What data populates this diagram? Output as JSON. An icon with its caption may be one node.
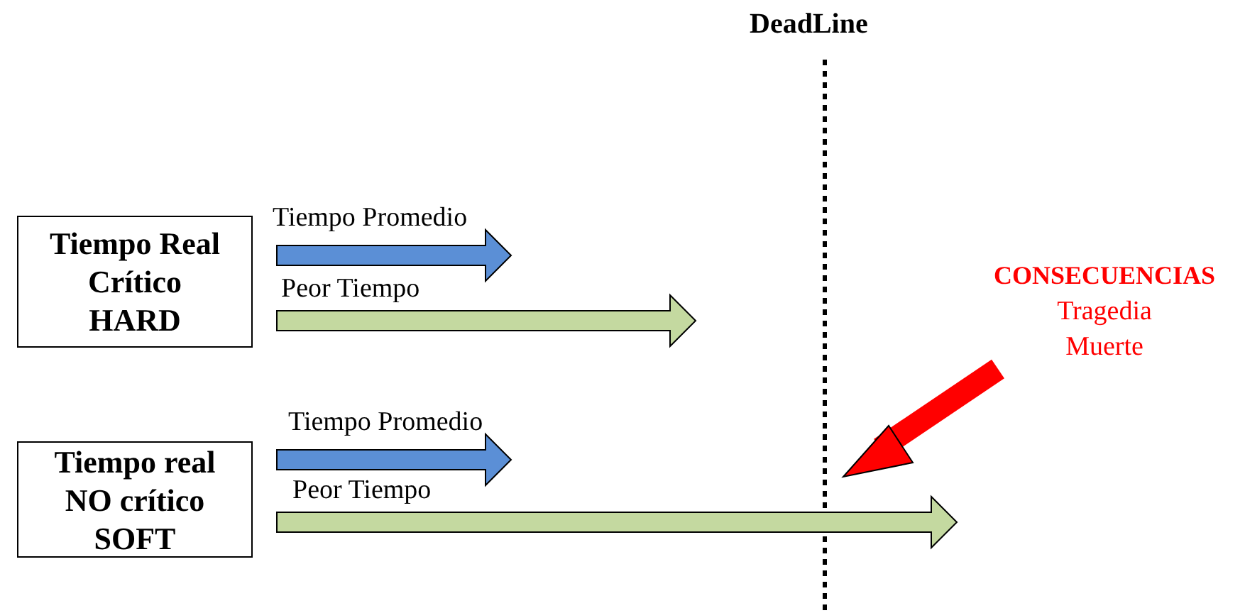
{
  "diagram": {
    "nodes": [
      {
        "text": [
          "Tiempo Real Crítico HARD"
        ]
      },
      {
        "text": [
          "Tiempo real NO crítico SOFT"
        ]
      },
      {
        "text": [
          "CONSECUENCIAS",
          "Tragedia Muerte"
        ]
      }
    ],
    "labels": [
      "DeadLine",
      "Tiempo Promedio",
      "Peor Tiempo",
      "Tiempo Promedio",
      "Peor Tiempo"
    ]
  }
}
